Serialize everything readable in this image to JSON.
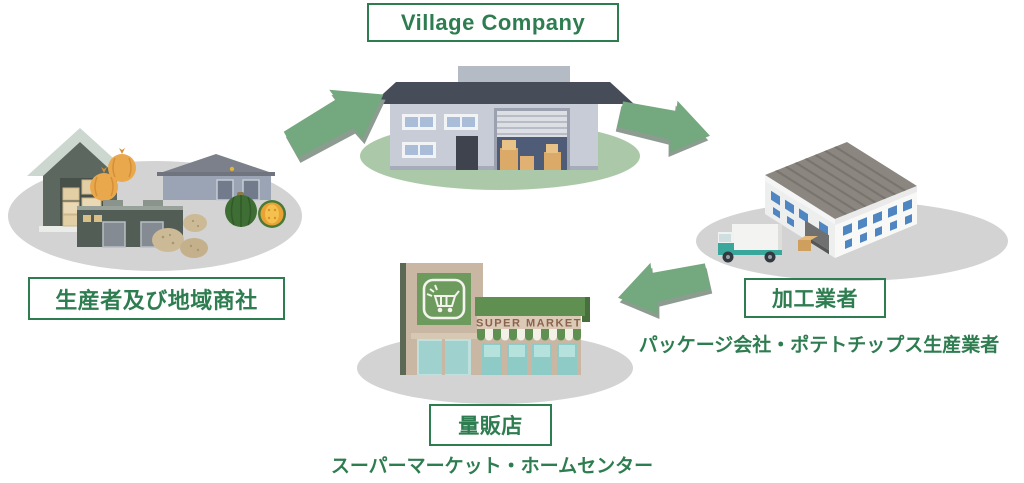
{
  "title_box": {
    "label": "Village Company"
  },
  "nodes": {
    "producer": {
      "label": "生産者及び地域商社"
    },
    "processor": {
      "label": "加工業者",
      "subtitle": "パッケージ会社・ポテトチップス生産業者"
    },
    "retailer": {
      "label": "量販店",
      "subtitle": "スーパーマーケット・ホームセンター"
    }
  },
  "illustrations": {
    "village_company": "warehouse-with-boxes",
    "producer": "farm-sheds-with-onions-potatoes-pumpkins",
    "processor": "isometric-factory-with-delivery-truck",
    "retailer": "supermarket-storefront",
    "supermarket_sign": "SUPER MARKET"
  },
  "flow": [
    {
      "from": "producer",
      "to": "village_company"
    },
    {
      "from": "village_company",
      "to": "processor"
    },
    {
      "from": "processor",
      "to": "retailer"
    }
  ],
  "colors": {
    "accent_green": "#2e7d50",
    "arrow_green": "#74a87e",
    "arrow_side": "#8d9c90",
    "stage_green_ellipse": "#abc9a8",
    "stage_gray_ellipse": "#d3d3d3",
    "supermarket_green": "#5f9052",
    "truck_teal": "#39a79b"
  }
}
